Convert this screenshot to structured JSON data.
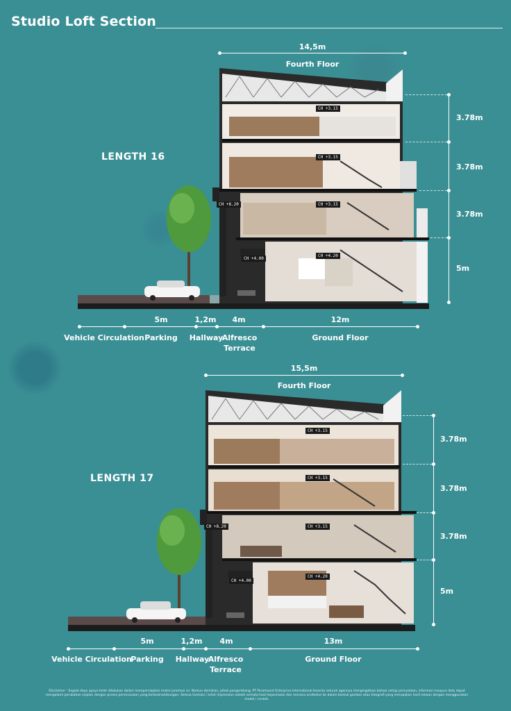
{
  "page": {
    "title": "Studio Loft Section",
    "disclaimer": "Disclaimer : Segala daya upaya telah dilakukan dalam mempersiapkan materi promosi ini. Namun demikian, pihak pengembang, PT Paramount Enterprise International beserta seluruh agennya mengingatkan bahwa setiap pernyataan, informasi maupun data dapat mengalami perubahan sejalan dengan proses perencanaan yang berkesinambungan. Semua ilustrasi / artist impression adalah semata hasil kejasmaian dan rencana arsitektur ke dalam bentuk gambar atau fotografi yang merupakan hasil rekaan dengan menggunakan model / contoh."
  },
  "sections": [
    {
      "name": "LENGTH 16",
      "top_width": "14,5m",
      "top_floor_label": "Fourth Floor",
      "heights": [
        "3.78m",
        "3.78m",
        "3.78m",
        "5m"
      ],
      "ceiling_tags": [
        "CH +3.15",
        "CH +3.15",
        "CH +3.15",
        "CH +4.20",
        "CH +8.20",
        "CH +4.00"
      ],
      "bottom_dims": [
        "5m",
        "1,2m",
        "4m",
        "12m"
      ],
      "bottom_labels": [
        "Vehicle Circulation",
        "Parking",
        "Hallway",
        "Alfresco\nTerrace",
        "Ground Floor"
      ]
    },
    {
      "name": "LENGTH 17",
      "top_width": "15,5m",
      "top_floor_label": "Fourth Floor",
      "heights": [
        "3.78m",
        "3.78m",
        "3.78m",
        "5m"
      ],
      "ceiling_tags": [
        "CH +3.15",
        "CH +3.15",
        "CH +3.15",
        "CH +4.20",
        "CH +8.20",
        "CH +4.00"
      ],
      "bottom_dims": [
        "5m",
        "1,2m",
        "4m",
        "13m"
      ],
      "bottom_labels": [
        "Vehicle Circulation",
        "Parking",
        "Hallway",
        "Alfresco\nTerrace",
        "Ground Floor"
      ]
    }
  ]
}
